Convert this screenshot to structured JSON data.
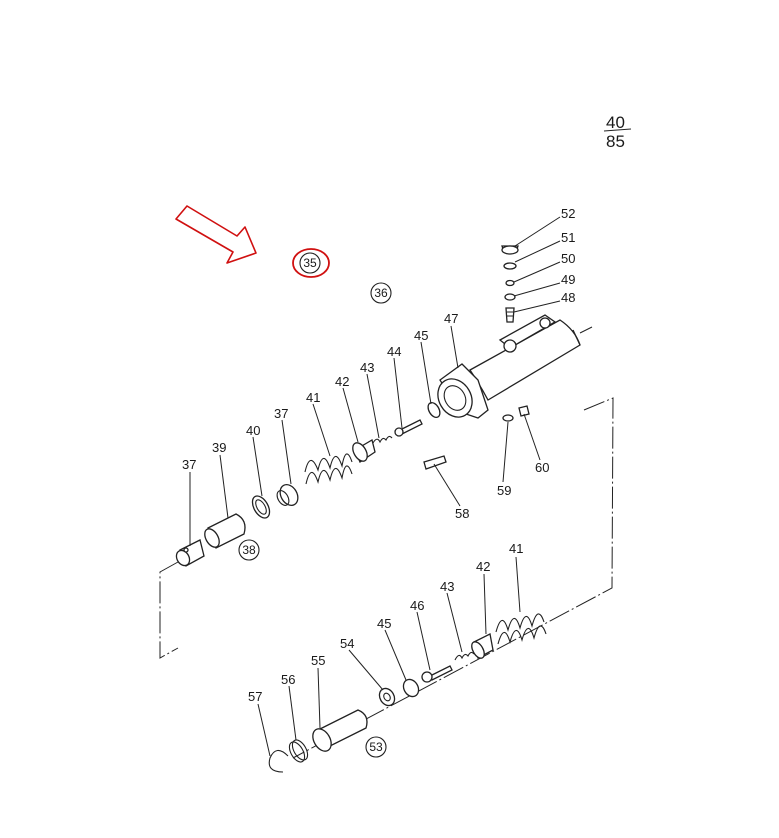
{
  "page_ref": {
    "numerator": "40",
    "denominator": "85"
  },
  "highlight_color": "#d01010",
  "arrow_icon": "outline-arrow-right-down",
  "callouts": [
    {
      "id": "c35",
      "label": "35",
      "circled": true,
      "highlighted": true
    },
    {
      "id": "c36",
      "label": "36",
      "circled": true,
      "highlighted": false
    },
    {
      "id": "c38",
      "label": "38",
      "circled": true,
      "highlighted": false
    },
    {
      "id": "c53",
      "label": "53",
      "circled": true,
      "highlighted": false
    }
  ],
  "part_labels": [
    {
      "id": "p52",
      "label": "52"
    },
    {
      "id": "p51",
      "label": "51"
    },
    {
      "id": "p50",
      "label": "50"
    },
    {
      "id": "p49",
      "label": "49"
    },
    {
      "id": "p48",
      "label": "48"
    },
    {
      "id": "p47",
      "label": "47"
    },
    {
      "id": "p45a",
      "label": "45"
    },
    {
      "id": "p44",
      "label": "44"
    },
    {
      "id": "p43a",
      "label": "43"
    },
    {
      "id": "p42a",
      "label": "42"
    },
    {
      "id": "p41a",
      "label": "41"
    },
    {
      "id": "p37a",
      "label": "37"
    },
    {
      "id": "p40",
      "label": "40"
    },
    {
      "id": "p39",
      "label": "39"
    },
    {
      "id": "p37b",
      "label": "37"
    },
    {
      "id": "p58",
      "label": "58"
    },
    {
      "id": "p59",
      "label": "59"
    },
    {
      "id": "p60",
      "label": "60"
    },
    {
      "id": "p41b",
      "label": "41"
    },
    {
      "id": "p42b",
      "label": "42"
    },
    {
      "id": "p43b",
      "label": "43"
    },
    {
      "id": "p46",
      "label": "46"
    },
    {
      "id": "p45b",
      "label": "45"
    },
    {
      "id": "p54",
      "label": "54"
    },
    {
      "id": "p55",
      "label": "55"
    },
    {
      "id": "p56",
      "label": "56"
    },
    {
      "id": "p57",
      "label": "57"
    }
  ]
}
